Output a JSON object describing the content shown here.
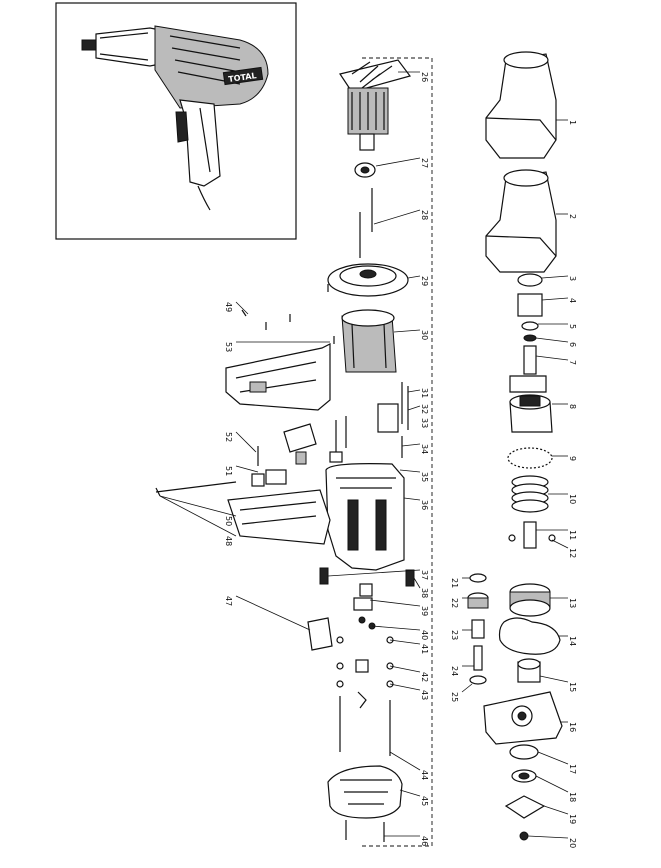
{
  "inset": {
    "brand": "TOTAL"
  },
  "labels": [
    "1",
    "2",
    "3",
    "4",
    "5",
    "6",
    "7",
    "8",
    "9",
    "10",
    "11",
    "12",
    "13",
    "14",
    "15",
    "16",
    "17",
    "18",
    "19",
    "20",
    "21",
    "22",
    "23",
    "24",
    "25",
    "26",
    "27",
    "28",
    "29",
    "30",
    "31",
    "32",
    "33",
    "34",
    "35",
    "36",
    "37",
    "38",
    "39",
    "40",
    "41",
    "42",
    "43",
    "44",
    "45",
    "46",
    "47",
    "48",
    "49",
    "50",
    "51",
    "52",
    "53"
  ]
}
